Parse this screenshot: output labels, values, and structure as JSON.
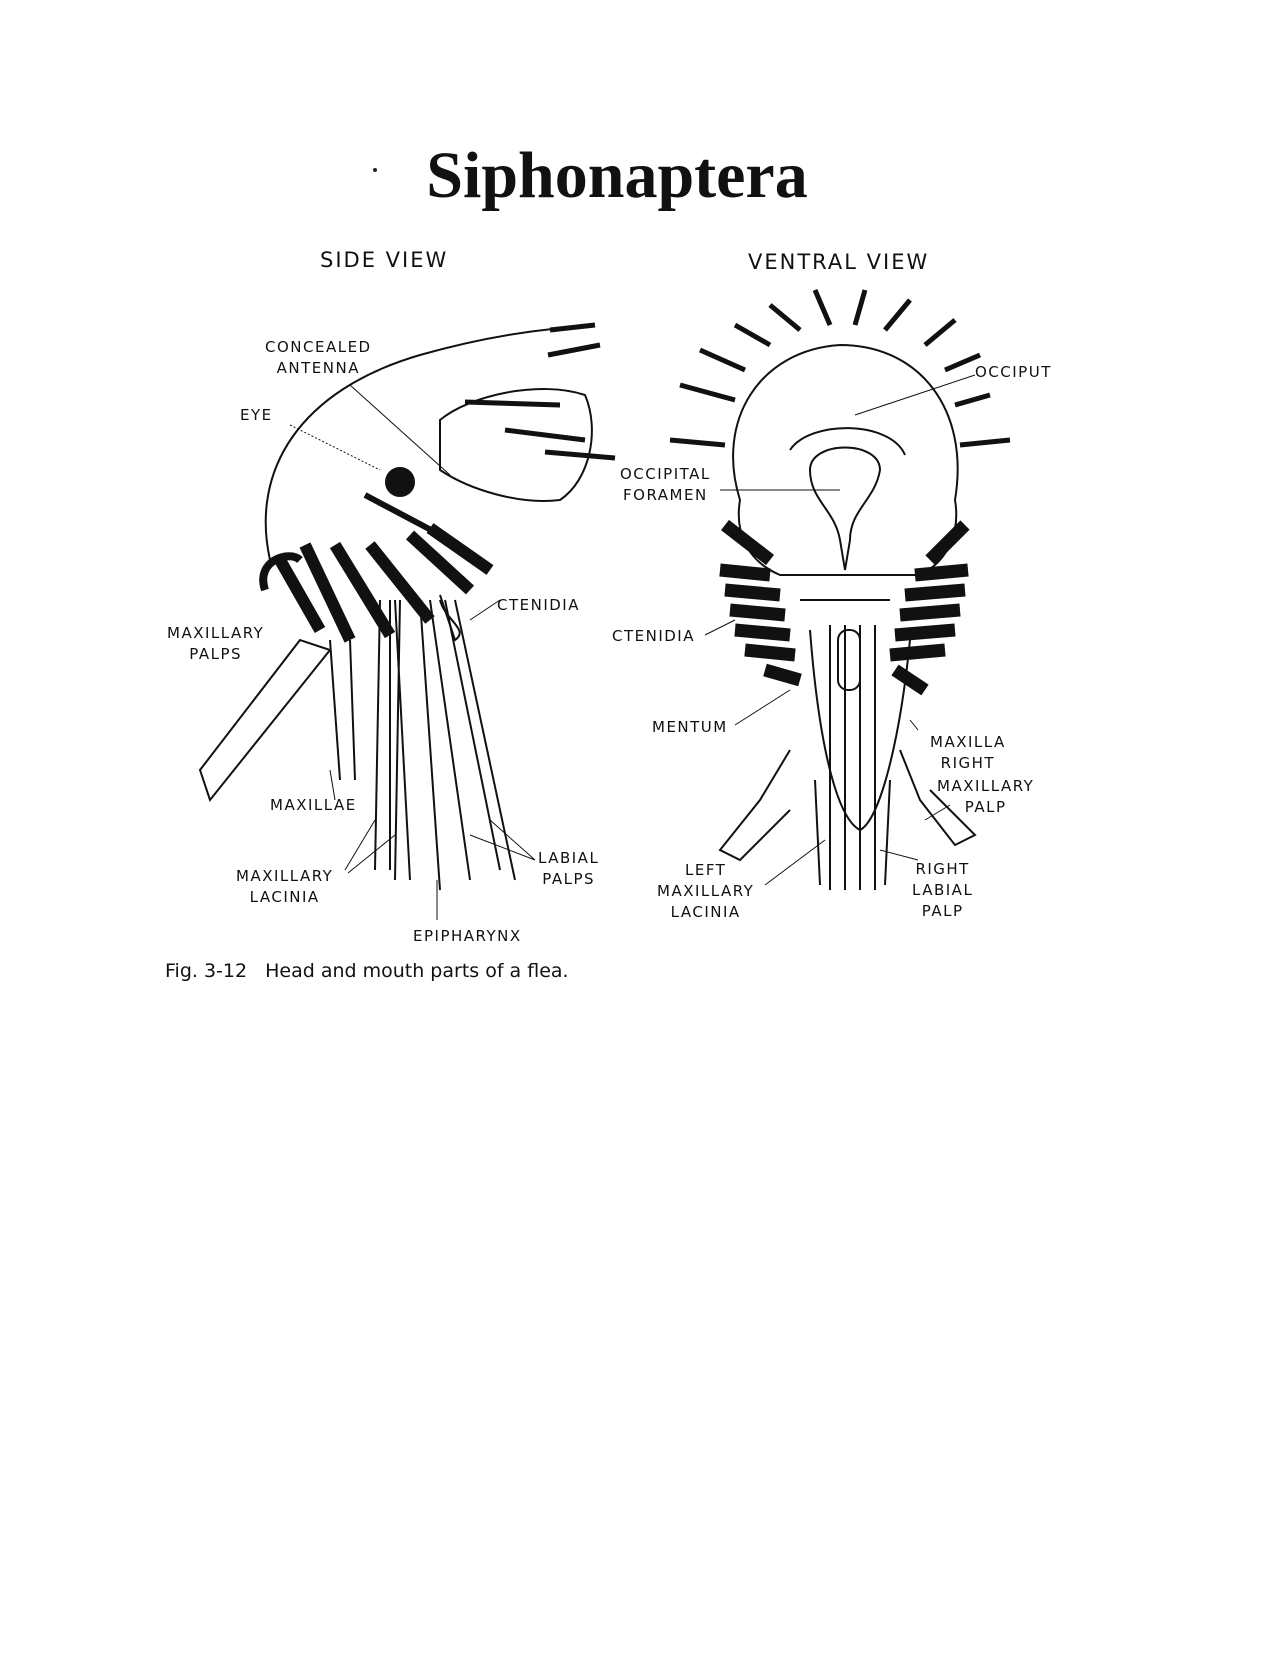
{
  "title": "Siphonaptera",
  "views": {
    "side": "SIDE VIEW",
    "ventral": "VENTRAL VIEW"
  },
  "labels": {
    "concealed_antenna": [
      "CONCEALED",
      "ANTENNA"
    ],
    "eye": "EYE",
    "occipital_foramen": [
      "OCCIPITAL",
      "FORAMEN"
    ],
    "occiput": "OCCIPUT",
    "ctenidia_side": "CTENIDIA",
    "ctenidia_ventral": "CTENIDIA",
    "maxillary_palps": [
      "MAXILLARY",
      "PALPS"
    ],
    "mentum": "MENTUM",
    "maxilla_right": [
      "MAXILLA",
      "RIGHT"
    ],
    "maxillary_palp": [
      "MAXILLARY",
      "PALP"
    ],
    "maxillae": "MAXILLAE",
    "maxillary_lacinia": [
      "MAXILLARY",
      "LACINIA"
    ],
    "labial_palps": [
      "LABIAL",
      "PALPS"
    ],
    "left_maxillary_lacinia": [
      "LEFT",
      "MAXILLARY",
      "LACINIA"
    ],
    "right_labial_palp": [
      "RIGHT",
      "LABIAL",
      "PALP"
    ],
    "epipharynx": "EPIPHARYNX"
  },
  "caption": {
    "number": "Fig. 3-12",
    "text": "Head and mouth parts of a flea."
  }
}
